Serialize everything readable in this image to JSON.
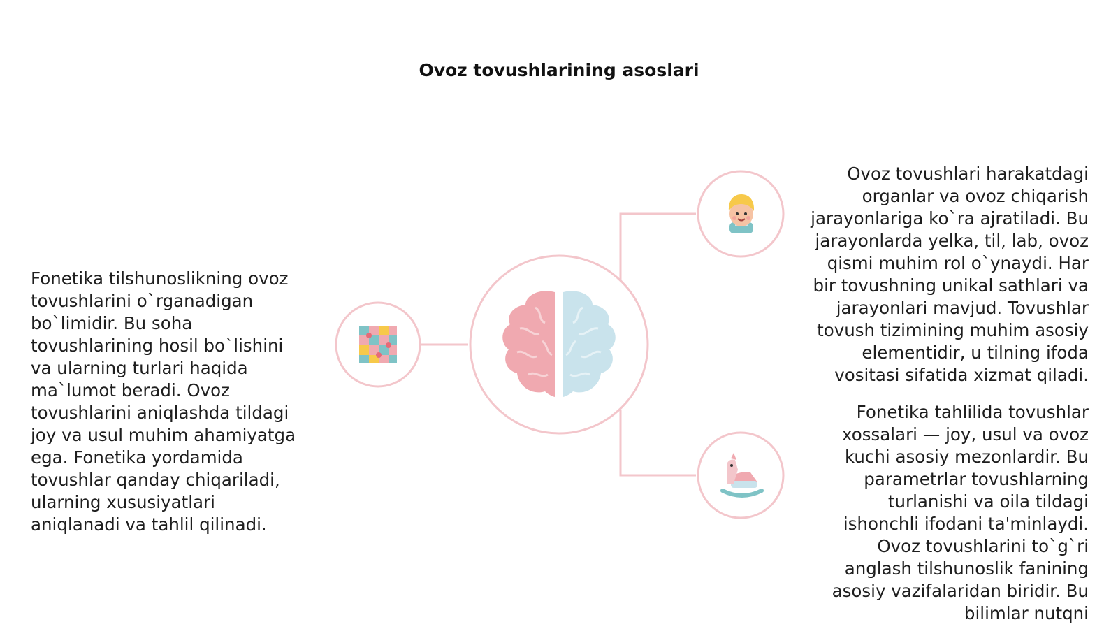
{
  "title": "Ovoz tovushlarining asoslari",
  "left_text": "Fonetika tilshunoslikning ovoz tovushlarini o`rganadigan bo`limidir. Bu soha tovushlarining hosil bo`lishini va ularning turlari haqida ma`lumot beradi. Ovoz tovushlarini aniqlashda tildagi joy va usul muhim ahamiyatga ega. Fonetika yordamida tovushlar qanday chiqariladi, ularning xususiyatlari aniqlanadi va tahlil qilinadi.",
  "right_top_text": "Ovoz tovushlari harakatdagi organlar va ovoz chiqarish jarayonlariga ko`ra ajratiladi. Bu jarayonlarda yelka, til, lab, ovoz qismi muhim rol o`ynaydi. Har bir tovushning unikal sathlari va jarayonlari mavjud. Tovushlar tovush tizimining muhim asosiy elementidir, u tilning ifoda vositasi sifatida xizmat qiladi.",
  "right_bottom_text": "Fonetika tahlilida tovushlar xossalari — joy, usul va ovoz kuchi asosiy mezonlardir. Bu parametrlar tovushlarning turlanishi va oila tildagi ishonchli ifodani ta'minlaydi. Ovoz tovushlarini to`g`ri anglash tilshunoslik fanining asosiy vazifalaridan biridir. Bu bilimlar nutqni",
  "icons": {
    "center": "brain-icon",
    "left": "puzzle-icon",
    "top_right": "child-face-icon",
    "bottom_right": "rocking-horse-icon"
  },
  "colors": {
    "ring": "#f3c6cb",
    "pink": "#f0a9b0",
    "blue": "#c9e3ec",
    "teal": "#7fc3c6",
    "yellow": "#f7c94a"
  }
}
